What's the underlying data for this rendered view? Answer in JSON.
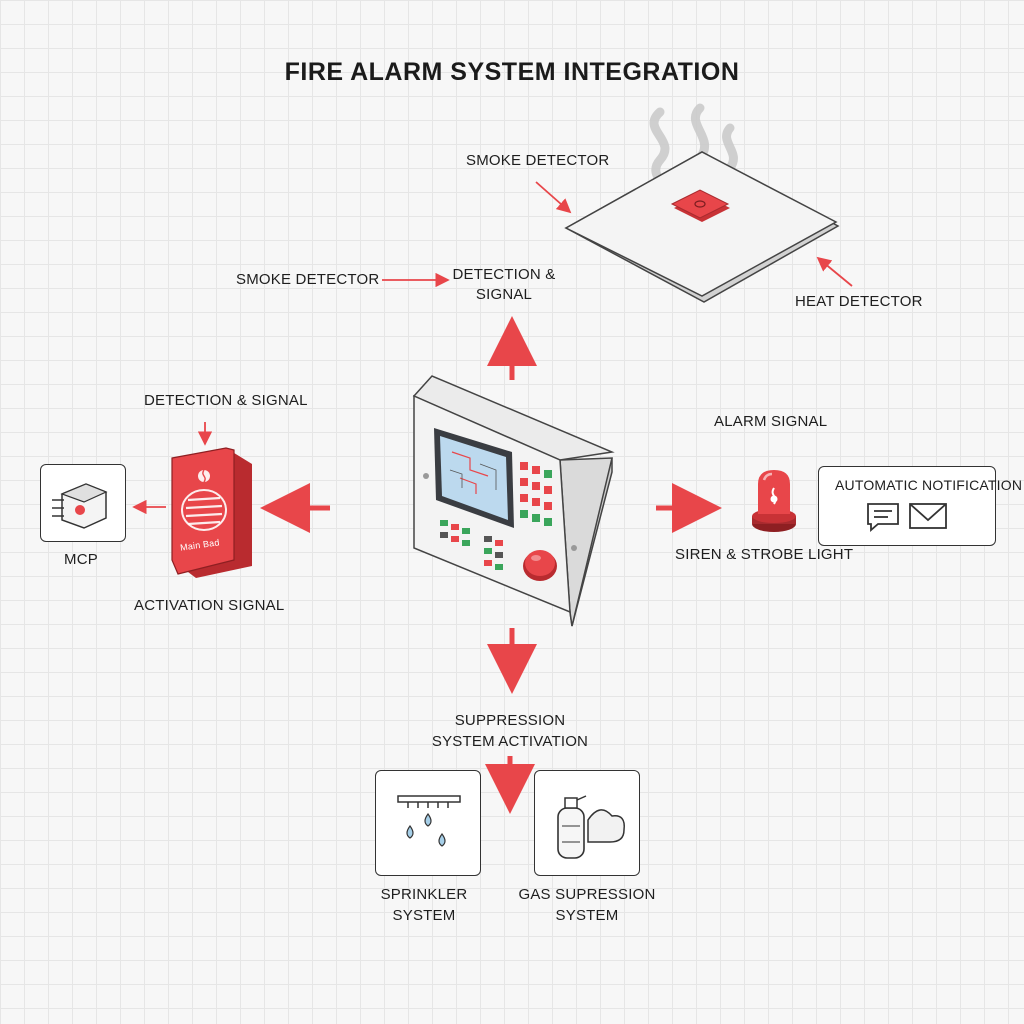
{
  "title": "FIRE ALARM SYSTEM INTEGRATION",
  "labels": {
    "smoke_detector_ceiling": "SMOKE DETECTOR",
    "heat_detector": "HEAT DETECTOR",
    "smoke_detector_left": "SMOKE DETECTOR",
    "detection_signal_top": [
      "DETECTION &",
      "SIGNAL"
    ],
    "detection_signal_left": "DETECTION & SIGNAL",
    "mcp": "MCP",
    "activation_signal": "ACTIVATION SIGNAL",
    "alarm_signal": "ALARM SIGNAL",
    "siren_strobe": "SIREN & STROBE LIGHT",
    "automatic_notification": "AUTOMATIC NOTIFICATION",
    "suppression_activation": [
      "SUPPRESSION",
      "SYSTEM ACTIVATION"
    ],
    "sprinkler_system": [
      "SPRINKLER",
      "SYSTEM"
    ],
    "gas_suppression_system": [
      "GAS SUPRESSION",
      "SYSTEM"
    ],
    "call_point_text": "Main Bad"
  },
  "icons": {
    "ceiling": "ceiling-panel-icon",
    "detector": "smoke-detector-icon",
    "smoke": "smoke-icon",
    "panel": "fire-alarm-control-panel-icon",
    "call_point": "manual-call-point-icon",
    "mcp": "mcp-device-icon",
    "siren": "siren-strobe-icon",
    "chat": "chat-bubble-icon",
    "mail": "envelope-icon",
    "sprinkler": "sprinkler-icon",
    "gas": "gas-cylinder-cloud-icon"
  },
  "colors": {
    "accent_red": "#e8464a",
    "dark_red": "#b92b2f",
    "line": "#333333",
    "screen_blue": "#bcd9ee",
    "led_green": "#3aa55b"
  }
}
